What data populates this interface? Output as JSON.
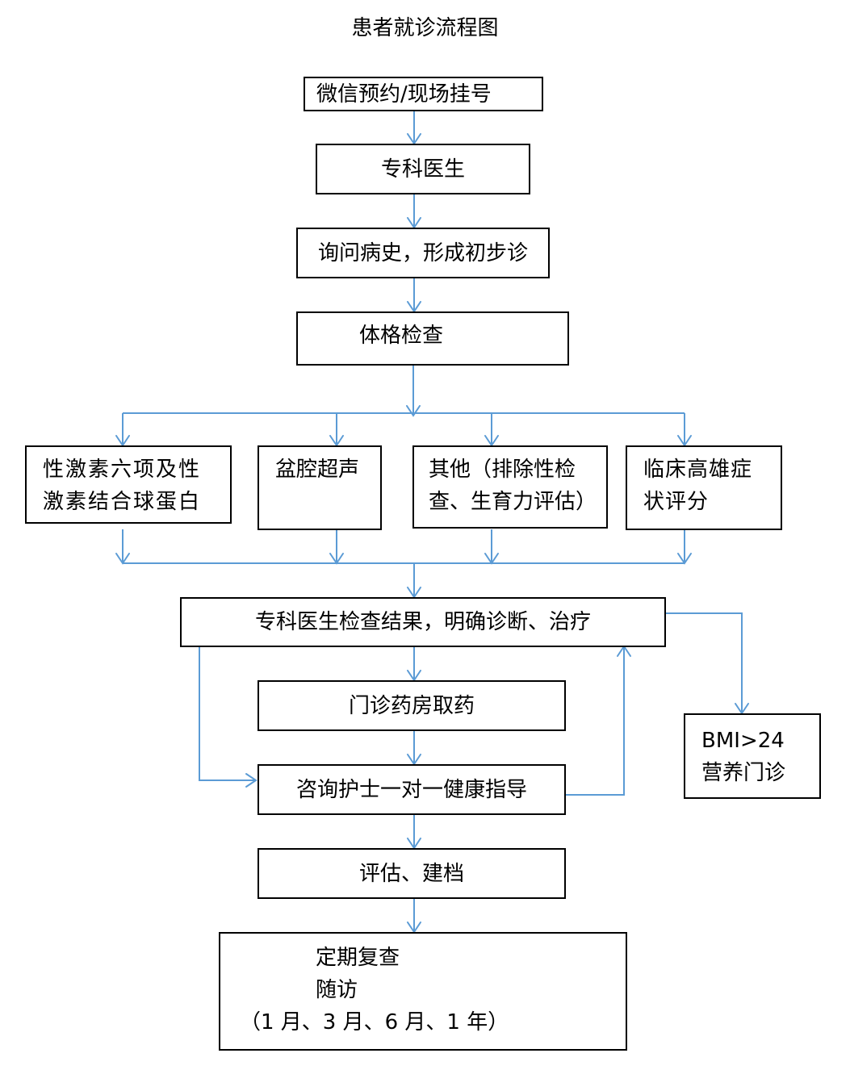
{
  "title": "患者就诊流程图",
  "colors": {
    "connector": "#5b9bd5",
    "border": "#000000"
  },
  "nodes": {
    "registration": "微信预约/现场挂号",
    "specialist": "专科医生",
    "history": "询问病史，形成初步诊",
    "physical_exam": "体格检查",
    "hormone_tests": [
      "性激素六项及性",
      "激素结合球蛋白"
    ],
    "pelvic_ultrasound": "盆腔超声",
    "other_tests": [
      "其他（排除性检",
      "查、生育力评估）"
    ],
    "clinical_score": [
      "临床高雄症",
      "状评分"
    ],
    "diagnosis": "专科医生检查结果，明确诊断、治疗",
    "pharmacy": "门诊药房取药",
    "nurse_guidance": "咨询护士一对一健康指导",
    "bmi_clinic": [
      "BMI>24",
      "营养门诊"
    ],
    "assessment": "评估、建档",
    "followup": [
      "定期复查",
      "随访",
      "（1 月、3 月、6 月、1 年）"
    ]
  }
}
